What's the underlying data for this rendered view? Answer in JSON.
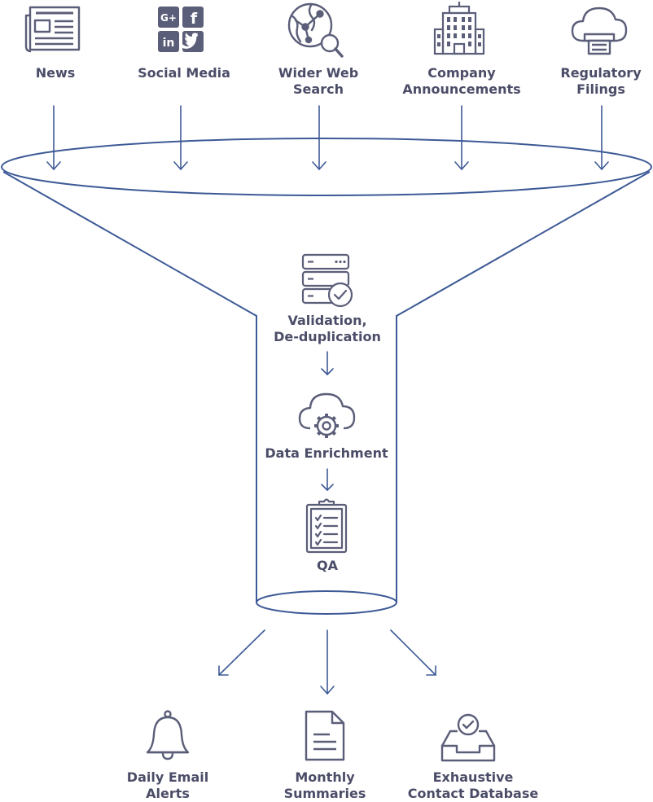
{
  "colors": {
    "line": "#3d5a96",
    "icon": "#5b5e78",
    "text": "#4b4d68",
    "background": "#ffffff"
  },
  "sources": [
    {
      "id": "news",
      "icon": "newspaper-icon",
      "lines": [
        "News"
      ]
    },
    {
      "id": "social-media",
      "icon": "social-media-icon",
      "lines": [
        "Social Media"
      ]
    },
    {
      "id": "wider-web-search",
      "icon": "globe-search-icon",
      "lines": [
        "Wider Web",
        "Search"
      ]
    },
    {
      "id": "company-announcements",
      "icon": "office-building-icon",
      "lines": [
        "Company",
        "Announcements"
      ]
    },
    {
      "id": "regulatory-filings",
      "icon": "cloud-document-icon",
      "lines": [
        "Regulatory",
        "Filings"
      ]
    }
  ],
  "social_glyphs": [
    "G+",
    "f",
    "in",
    "t"
  ],
  "process_steps": [
    {
      "id": "validation",
      "icon": "database-check-icon",
      "lines": [
        "Validation,",
        "De-duplication"
      ]
    },
    {
      "id": "enrichment",
      "icon": "cloud-gear-icon",
      "lines": [
        "Data Enrichment"
      ]
    },
    {
      "id": "qa",
      "icon": "clipboard-checklist-icon",
      "lines": [
        "QA"
      ]
    }
  ],
  "outputs": [
    {
      "id": "daily-email-alerts",
      "icon": "bell-icon",
      "lines": [
        "Daily Email",
        "Alerts"
      ]
    },
    {
      "id": "monthly-summaries",
      "icon": "document-icon",
      "lines": [
        "Monthly",
        "Summaries"
      ]
    },
    {
      "id": "contact-database",
      "icon": "inbox-check-icon",
      "lines": [
        "Exhaustive",
        "Contact Database"
      ]
    }
  ]
}
